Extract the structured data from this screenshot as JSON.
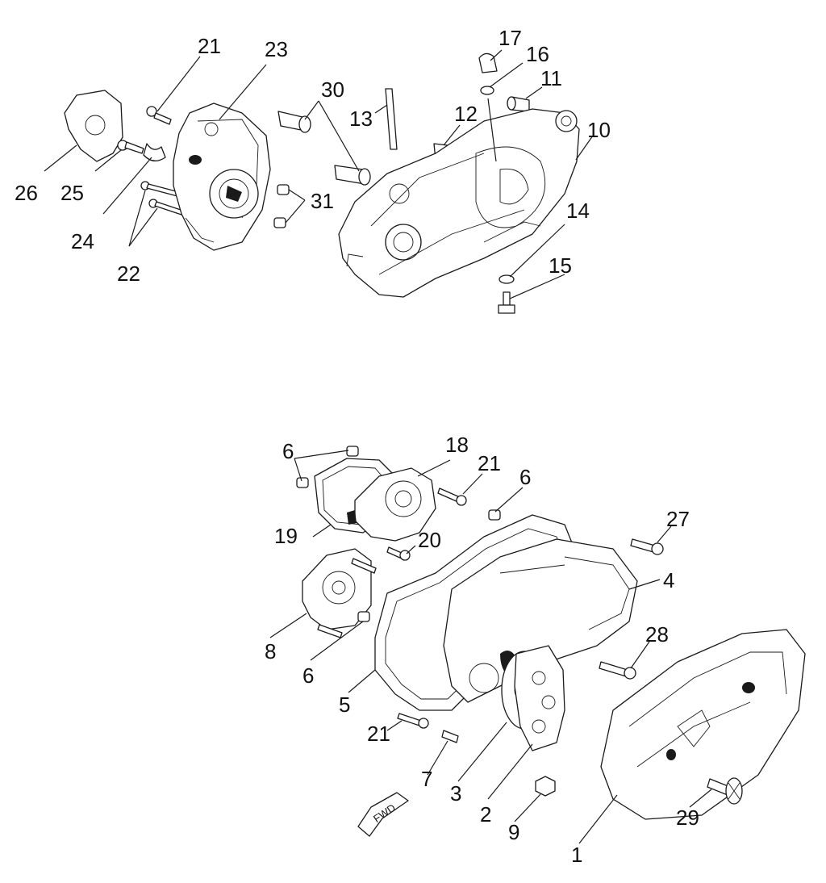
{
  "callouts": {
    "c1": "1",
    "c2": "2",
    "c3": "3",
    "c4": "4",
    "c5": "5",
    "c6a": "6",
    "c6b": "6",
    "c6c": "6",
    "c7": "7",
    "c8": "8",
    "c9": "9",
    "c10": "10",
    "c11": "11",
    "c12": "12",
    "c13": "13",
    "c14": "14",
    "c15": "15",
    "c16": "16",
    "c17": "17",
    "c18": "18",
    "c19": "19",
    "c20": "20",
    "c21a": "21",
    "c21b": "21",
    "c21c": "21",
    "c22": "22",
    "c23": "23",
    "c24": "24",
    "c25": "25",
    "c26": "26",
    "c27": "27",
    "c28": "28",
    "c29": "29",
    "c30": "30",
    "c31": "31"
  },
  "fwd_label": "FWD"
}
